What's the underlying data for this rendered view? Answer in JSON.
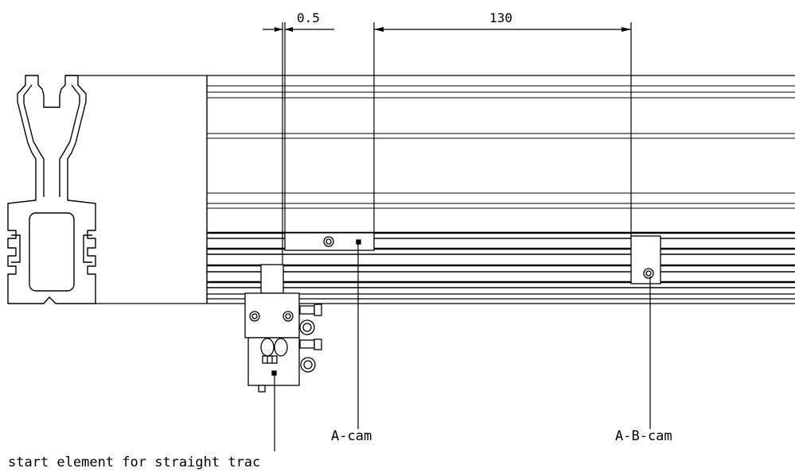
{
  "dimensions": {
    "gap": "0.5",
    "spacing": "130"
  },
  "callouts": {
    "a_cam": "A-cam",
    "ab_cam": "A-B-cam",
    "start_element": "start element for straight trac"
  },
  "colors": {
    "line": "#000000",
    "background": "#ffffff"
  }
}
